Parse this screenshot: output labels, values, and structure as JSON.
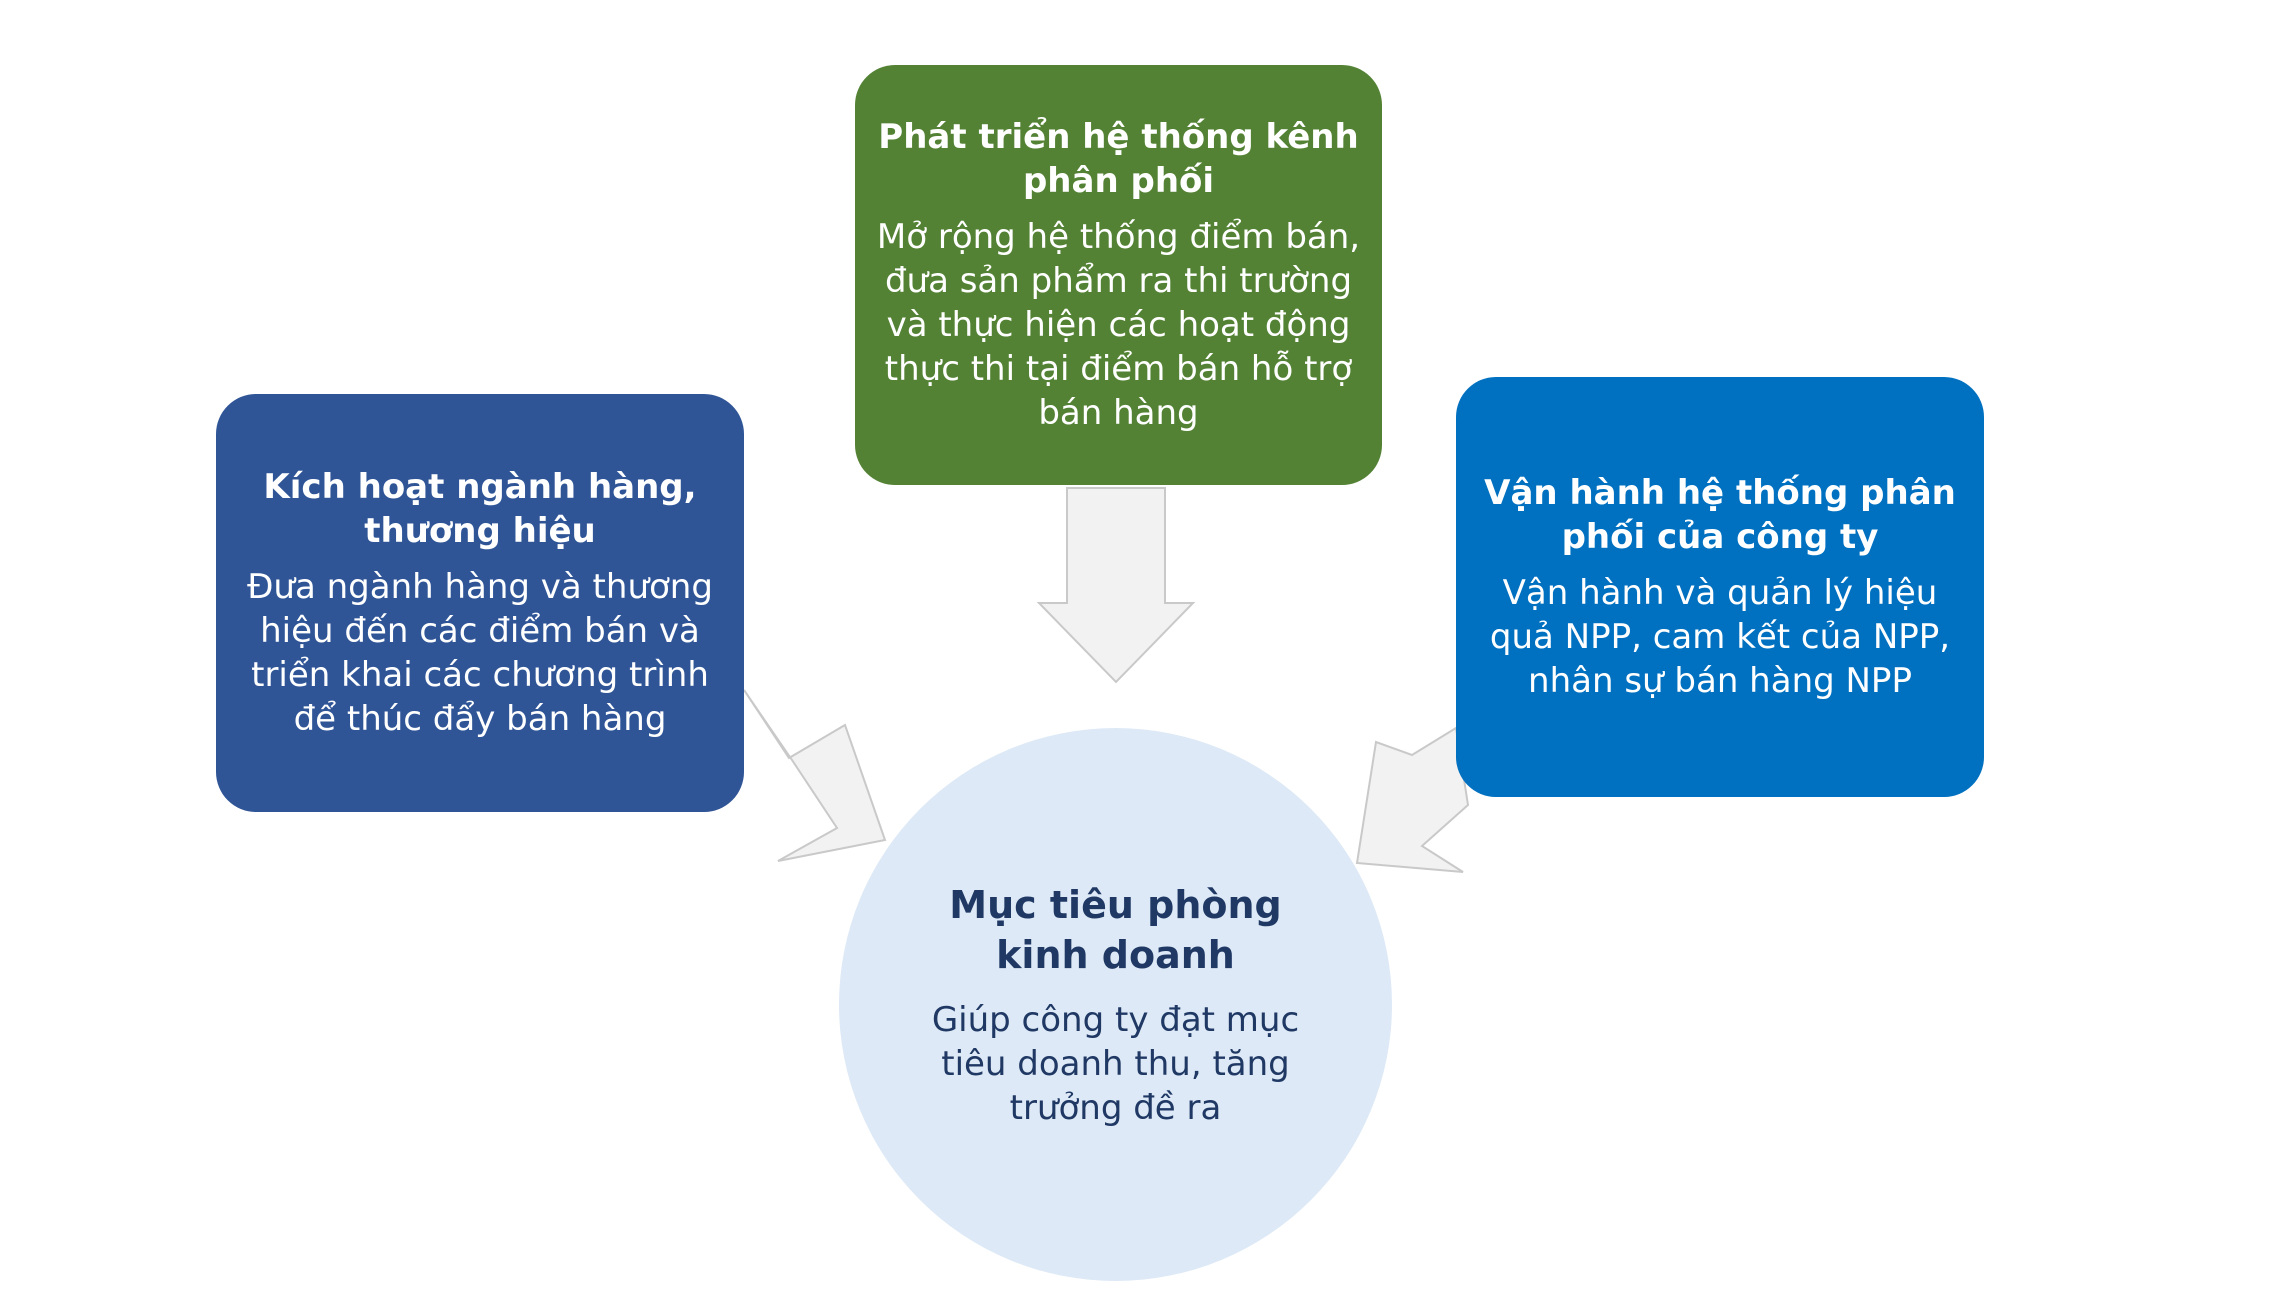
{
  "nodes": {
    "left": {
      "title": "Kích hoạt ngành hàng, thương hiệu",
      "desc": "Đưa ngành hàng và thương hiệu đến các điểm bán và triển khai các chương trình để thúc đẩy bán hàng",
      "color": "#2f5597"
    },
    "top": {
      "title": "Phát triển hệ thống kênh phân phối",
      "desc": "Mở rộng hệ thống điểm bán, đưa sản phẩm ra thi trường và thực hiện các hoạt động thực thi tại điểm bán hỗ trợ bán hàng",
      "color": "#548235"
    },
    "right": {
      "title": "Vận hành hệ thống phân phối của công ty",
      "desc": "Vận hành và quản lý hiệu quả NPP, cam kết của NPP, nhân sự bán hàng NPP",
      "color": "#0070c0"
    },
    "center": {
      "title": "Mục tiêu phòng kinh doanh",
      "desc": "Giúp công ty đạt mục tiêu doanh thu, tăng trưởng đề ra",
      "color": "#dde9f6"
    }
  },
  "edges": [
    {
      "from": "left",
      "to": "center"
    },
    {
      "from": "top",
      "to": "center"
    },
    {
      "from": "right",
      "to": "center"
    }
  ],
  "arrow_colors": {
    "fill": "#f2f2f2",
    "stroke": "#c9c9c9"
  }
}
